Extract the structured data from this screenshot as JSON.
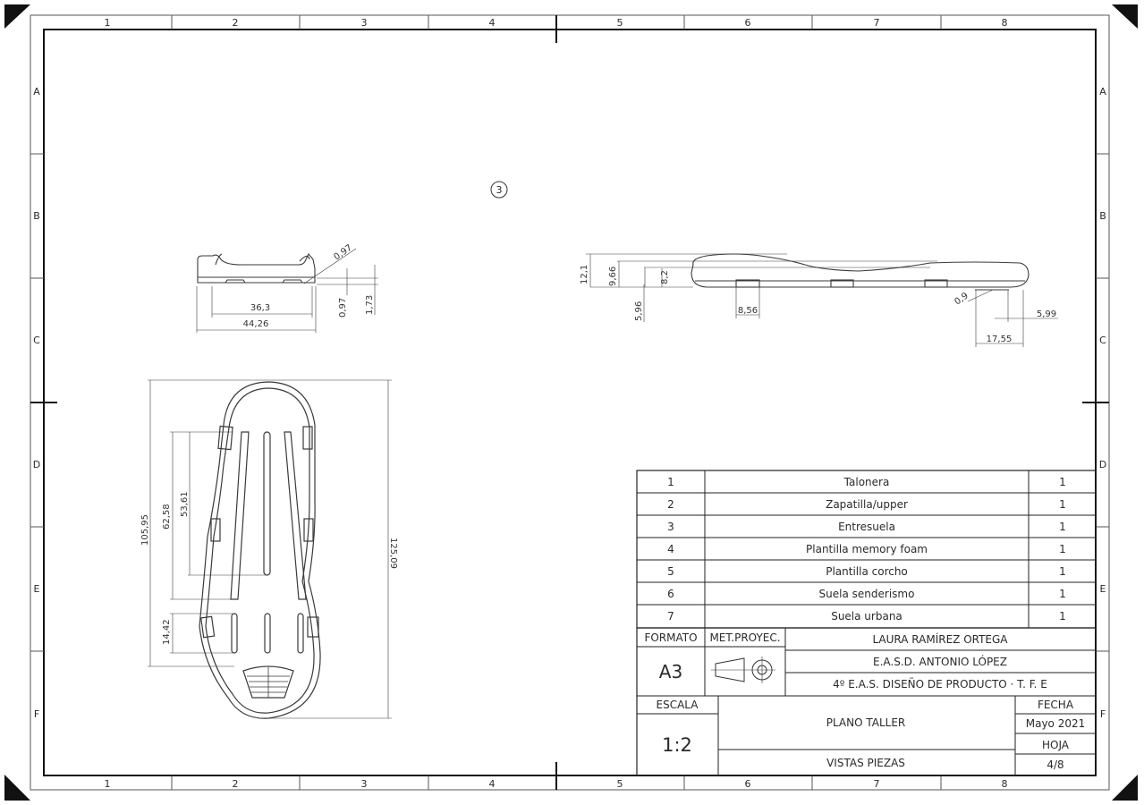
{
  "grid": {
    "columns": [
      "1",
      "2",
      "3",
      "4",
      "5",
      "6",
      "7",
      "8"
    ],
    "rows": [
      "A",
      "B",
      "C",
      "D",
      "E",
      "F"
    ]
  },
  "balloon": "3",
  "dimensions": {
    "front_view": {
      "w1": "36,3",
      "w2": "44,26",
      "h1": "0,97",
      "h2": "1,73",
      "ang": "0,97"
    },
    "side_view": {
      "h1": "12,1",
      "h2": "9,66",
      "h3": "8,2",
      "h4": "5,96",
      "w1": "8,56",
      "t1": "0,9",
      "w2": "5,99",
      "w3": "17,55"
    },
    "top_view": {
      "l1": "105,95",
      "l2": "62,58",
      "l3": "53,61",
      "l4": "14,42",
      "total": "125,09"
    }
  },
  "parts_list": [
    {
      "num": "1",
      "name": "Talonera",
      "qty": "1"
    },
    {
      "num": "2",
      "name": "Zapatilla/upper",
      "qty": "1"
    },
    {
      "num": "3",
      "name": "Entresuela",
      "qty": "1"
    },
    {
      "num": "4",
      "name": "Plantilla memory foam",
      "qty": "1"
    },
    {
      "num": "5",
      "name": "Plantilla corcho",
      "qty": "1"
    },
    {
      "num": "6",
      "name": "Suela senderismo",
      "qty": "1"
    },
    {
      "num": "7",
      "name": "Suela urbana",
      "qty": "1"
    }
  ],
  "title_block": {
    "formato_label": "FORMATO",
    "formato_value": "A3",
    "metodo_label": "MET.PROYEC.",
    "author": "LAURA RAMÍREZ ORTEGA",
    "school": "E.A.S.D. ANTONIO LÓPEZ",
    "course": "4º E.A.S. DISEÑO DE PRODUCTO · T. F. E",
    "escala_label": "ESCALA",
    "escala_value": "1:2",
    "title": "PLANO TALLER",
    "subtitle": "VISTAS PIEZAS",
    "fecha_label": "FECHA",
    "fecha_value": "Mayo 2021",
    "hoja_label": "HOJA",
    "hoja_value": "4/8"
  }
}
